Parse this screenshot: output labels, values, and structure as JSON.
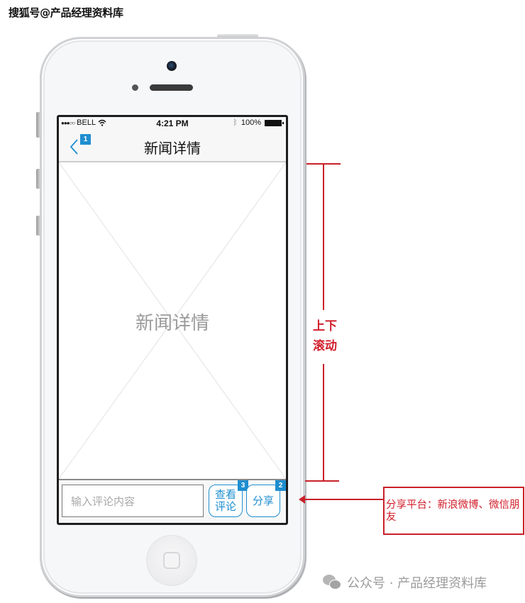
{
  "watermark_top": "搜狐号@产品经理资料库",
  "status_bar": {
    "signal": "●●●○○",
    "carrier": "BELL",
    "wifi_icon": "wifi-icon",
    "time": "4:21 PM",
    "bluetooth_icon": "bluetooth-icon",
    "battery_percent": "100%",
    "battery_icon": "battery-icon"
  },
  "nav_bar": {
    "back_icon": "chevron-left-icon",
    "back_badge": "1",
    "title": "新闻详情"
  },
  "content": {
    "placeholder_label": "新闻详情"
  },
  "bottom_bar": {
    "comment_input": {
      "placeholder": "输入评论内容",
      "value": ""
    },
    "view_comments_button": {
      "label": "查看评论",
      "badge": "3"
    },
    "share_button": {
      "label": "分享",
      "badge": "2"
    }
  },
  "annotations": {
    "scroll_label": "上下滚动",
    "share_note": "分享平台：新浪微博、微信朋友",
    "color": "#c9202a"
  },
  "watermark_bottom": {
    "icon": "wechat-icon",
    "text": "公众号 · 产品经理资料库"
  },
  "colors": {
    "accent": "#1e8ed0",
    "annotation_red": "#c9202a",
    "placeholder_gray": "#9a9a9a"
  }
}
